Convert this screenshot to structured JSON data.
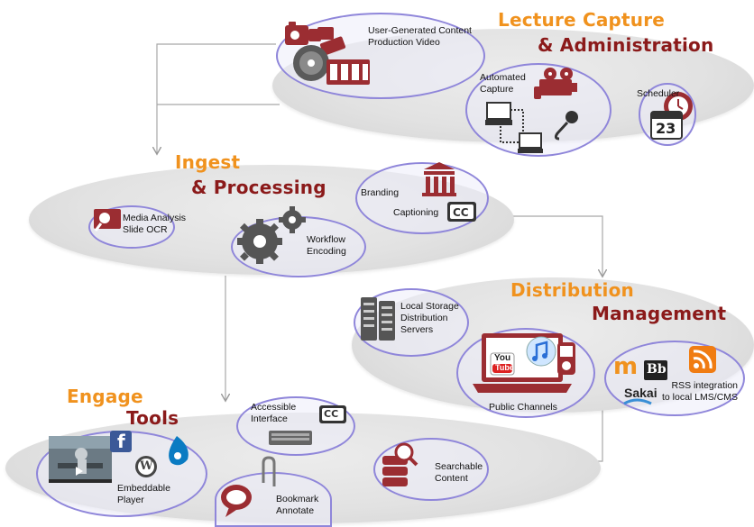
{
  "sections": {
    "lecture": {
      "line1": "Lecture Capture",
      "line2": "& Administration"
    },
    "ingest": {
      "line1": "Ingest",
      "line2": "& Processing"
    },
    "distribution": {
      "line1": "Distribution",
      "line2": "Management"
    },
    "engage": {
      "line1": "Engage",
      "line2": "Tools"
    }
  },
  "labels": {
    "ugc": "User-Generated Content\nProduction Video",
    "automated": "Automated\nCapture",
    "scheduler": "Scheduler",
    "media_analysis": "Media Analysis\nSlide OCR",
    "workflow": "Workflow\nEncoding",
    "branding": "Branding",
    "captioning": "Captioning",
    "local_storage": "Local Storage\nDistribution\nServers",
    "public_channels": "Public Channels",
    "rss": "RSS integration\nto local LMS/CMS",
    "accessible": "Accessible\nInterface",
    "embeddable": "Embeddable\nPlayer",
    "bookmark": "Bookmark\nAnnotate",
    "searchable": "Searchable\nContent"
  },
  "icon_text": {
    "cc": "CC",
    "calendar_day": "23",
    "youtube_top": "You",
    "youtube_bottom": "Tube",
    "blackboard": "Bb",
    "moodle": "m",
    "sakai": "Sakai",
    "facebook": "f",
    "wordpress": "W"
  },
  "colors": {
    "icon_red": "#9b2d32",
    "title_orange": "#f0921e",
    "title_red": "#8b1a1a",
    "bubble_border": "#8f86da",
    "arrow_gray": "#9a9a9a"
  }
}
